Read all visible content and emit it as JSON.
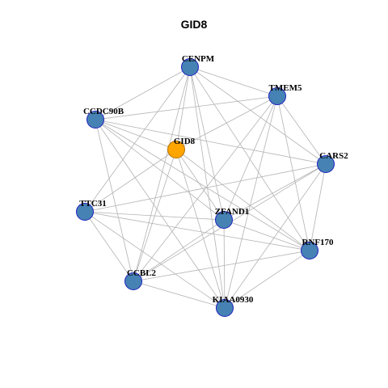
{
  "title": "GID8",
  "colors": {
    "node_default": "#4682b4",
    "node_stroke": "#2020c0",
    "node_focus": "#ffa500",
    "node_focus_stroke": "#b07000",
    "edge": "#b3b3b3"
  },
  "nodes": [
    {
      "id": "CENPM",
      "label": "CENPM",
      "focus": false
    },
    {
      "id": "TMEM5",
      "label": "TMEM5",
      "focus": false
    },
    {
      "id": "CCDC90B",
      "label": "CCDC90B",
      "focus": false
    },
    {
      "id": "GID8",
      "label": "GID8",
      "focus": true
    },
    {
      "id": "CARS2",
      "label": "CARS2",
      "focus": false
    },
    {
      "id": "TTC31",
      "label": "TTC31",
      "focus": false
    },
    {
      "id": "ZFAND1",
      "label": "ZFAND1",
      "focus": false
    },
    {
      "id": "RNF170",
      "label": "RNF170",
      "focus": false
    },
    {
      "id": "CCBL2",
      "label": "CCBL2",
      "focus": false
    },
    {
      "id": "KIAA0930",
      "label": "KIAA0930",
      "focus": false
    }
  ],
  "edges": [
    [
      "CENPM",
      "TMEM5"
    ],
    [
      "CENPM",
      "CCDC90B"
    ],
    [
      "CENPM",
      "GID8"
    ],
    [
      "CENPM",
      "CARS2"
    ],
    [
      "CENPM",
      "TTC31"
    ],
    [
      "CENPM",
      "ZFAND1"
    ],
    [
      "CENPM",
      "RNF170"
    ],
    [
      "CENPM",
      "CCBL2"
    ],
    [
      "CENPM",
      "KIAA0930"
    ],
    [
      "TMEM5",
      "CCDC90B"
    ],
    [
      "TMEM5",
      "GID8"
    ],
    [
      "TMEM5",
      "CARS2"
    ],
    [
      "TMEM5",
      "ZFAND1"
    ],
    [
      "TMEM5",
      "RNF170"
    ],
    [
      "TMEM5",
      "CCBL2"
    ],
    [
      "TMEM5",
      "KIAA0930"
    ],
    [
      "CCDC90B",
      "GID8"
    ],
    [
      "CCDC90B",
      "CARS2"
    ],
    [
      "CCDC90B",
      "ZFAND1"
    ],
    [
      "CCDC90B",
      "RNF170"
    ],
    [
      "CCDC90B",
      "CCBL2"
    ],
    [
      "CCDC90B",
      "KIAA0930"
    ],
    [
      "GID8",
      "TTC31"
    ],
    [
      "GID8",
      "ZFAND1"
    ],
    [
      "GID8",
      "RNF170"
    ],
    [
      "GID8",
      "CCBL2"
    ],
    [
      "GID8",
      "KIAA0930"
    ],
    [
      "CARS2",
      "TTC31"
    ],
    [
      "CARS2",
      "ZFAND1"
    ],
    [
      "CARS2",
      "RNF170"
    ],
    [
      "CARS2",
      "CCBL2"
    ],
    [
      "CARS2",
      "KIAA0930"
    ],
    [
      "TTC31",
      "ZFAND1"
    ],
    [
      "TTC31",
      "RNF170"
    ],
    [
      "TTC31",
      "CCBL2"
    ],
    [
      "TTC31",
      "KIAA0930"
    ],
    [
      "ZFAND1",
      "RNF170"
    ],
    [
      "ZFAND1",
      "CCBL2"
    ],
    [
      "ZFAND1",
      "KIAA0930"
    ],
    [
      "RNF170",
      "CCBL2"
    ],
    [
      "RNF170",
      "KIAA0930"
    ],
    [
      "CCBL2",
      "KIAA0930"
    ]
  ]
}
